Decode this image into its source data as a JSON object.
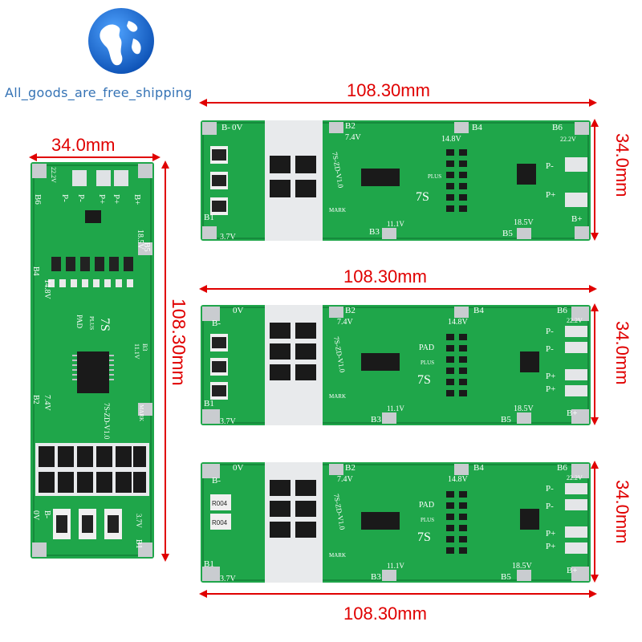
{
  "brand": {
    "shop_name": "All_goods_are_free_shipping",
    "logo_icon": "globe-icon"
  },
  "dimensions": {
    "left_board_width": "34.0mm",
    "left_board_length": "108.30mm",
    "board1_length": "108.30mm",
    "board1_width": "34.0mm",
    "board2_length": "108.30mm",
    "board2_width": "34.0mm",
    "board3_length": "108.30mm",
    "board3_width": "34.0mm"
  },
  "board_labels": {
    "b_minus": "B-",
    "zero_v": "0V",
    "b1": "B1",
    "b2": "B2",
    "b3": "B3",
    "b4": "B4",
    "b5": "B5",
    "b6": "B6",
    "v37": "3.7V",
    "v74": "7.4V",
    "v111": "11.1V",
    "v148": "14.8V",
    "v185": "18.5V",
    "v222": "22.2V",
    "p_minus": "P-",
    "p_plus": "P+",
    "b_plus": "B+",
    "cells": "7S",
    "pad": "PAD",
    "plus": "PLUS",
    "model": "7S-ZD-V1.0",
    "mark": "MARK",
    "resistor": "R004"
  },
  "colors": {
    "pcb_green": "#1fa64a",
    "pcb_dark": "#168a3c",
    "dimension_red": "#e00000",
    "brand_blue": "#3573b5"
  }
}
